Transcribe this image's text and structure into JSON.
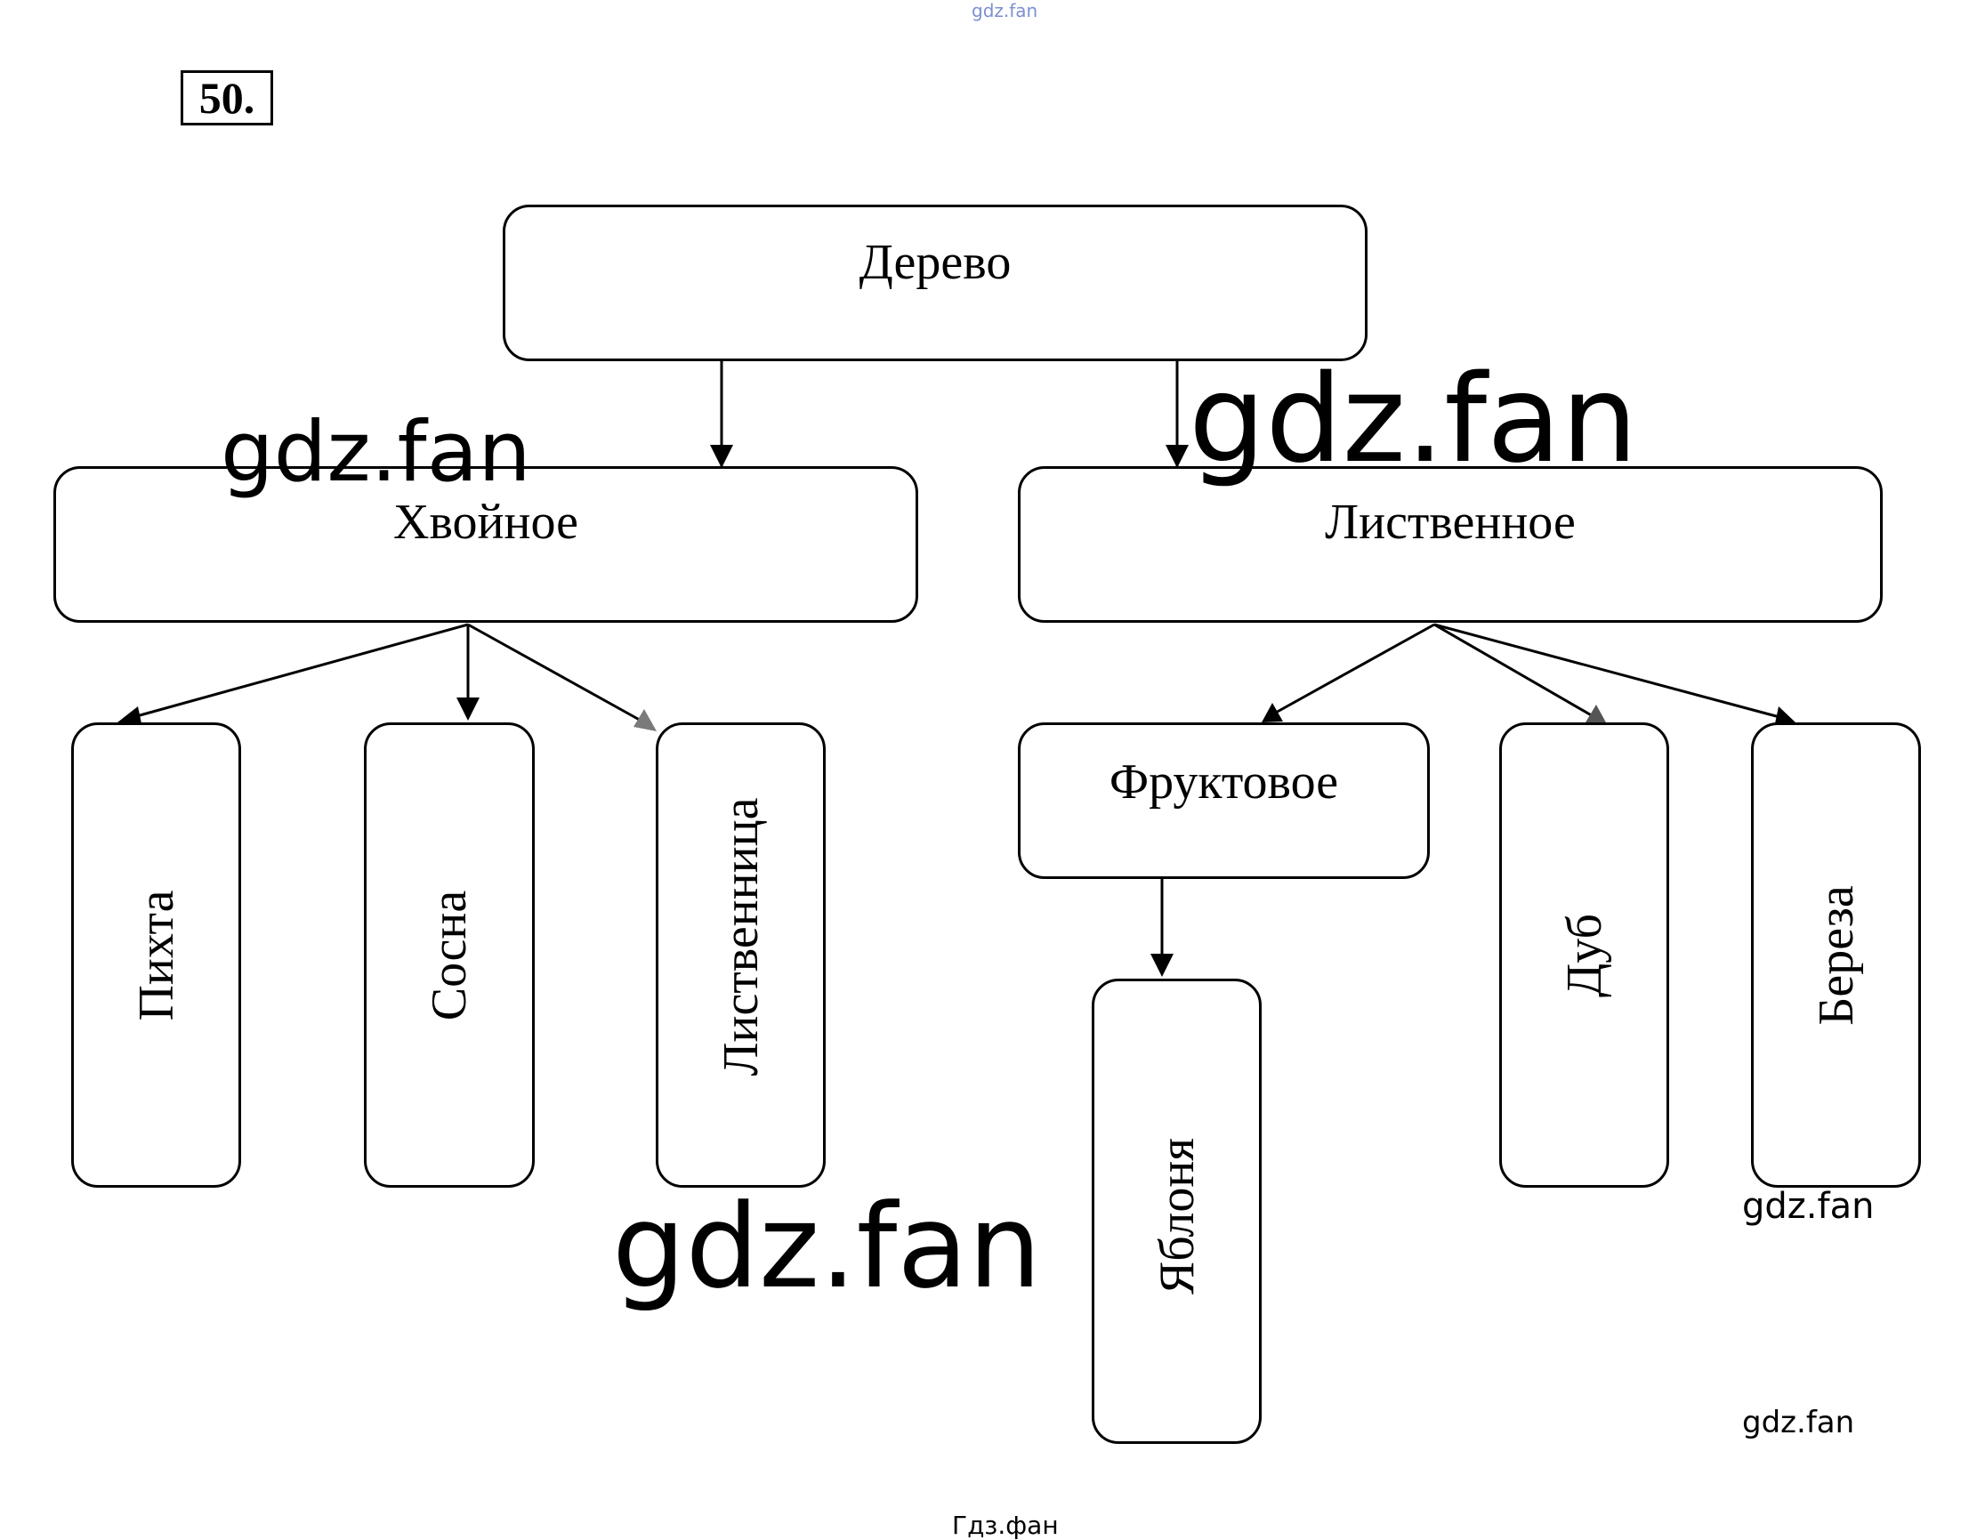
{
  "task_number": "50.",
  "diagram": {
    "root": "Дерево",
    "branches": [
      {
        "label": "Хвойное",
        "children": [
          "Пихта",
          "Сосна",
          "Лиственница"
        ]
      },
      {
        "label": "Лиственное",
        "children": [
          {
            "label": "Фруктовое",
            "children": [
              "Яблоня"
            ]
          },
          "Дуб",
          "Береза"
        ]
      }
    ]
  },
  "labels": {
    "root": "Дерево",
    "coniferous": "Хвойное",
    "deciduous": "Лиственное",
    "fir": "Пихта",
    "pine": "Сосна",
    "larch": "Лиственница",
    "fruit": "Фруктовое",
    "apple": "Яблоня",
    "oak": "Дуб",
    "birch": "Береза"
  },
  "watermarks": {
    "top": "gdz.fan",
    "left": "gdz.fan",
    "right": "gdz.fan",
    "center": "gdz.fan",
    "small_1": "gdz.fan",
    "small_2": "gdz.fan"
  },
  "footer": "Гдз.фан"
}
